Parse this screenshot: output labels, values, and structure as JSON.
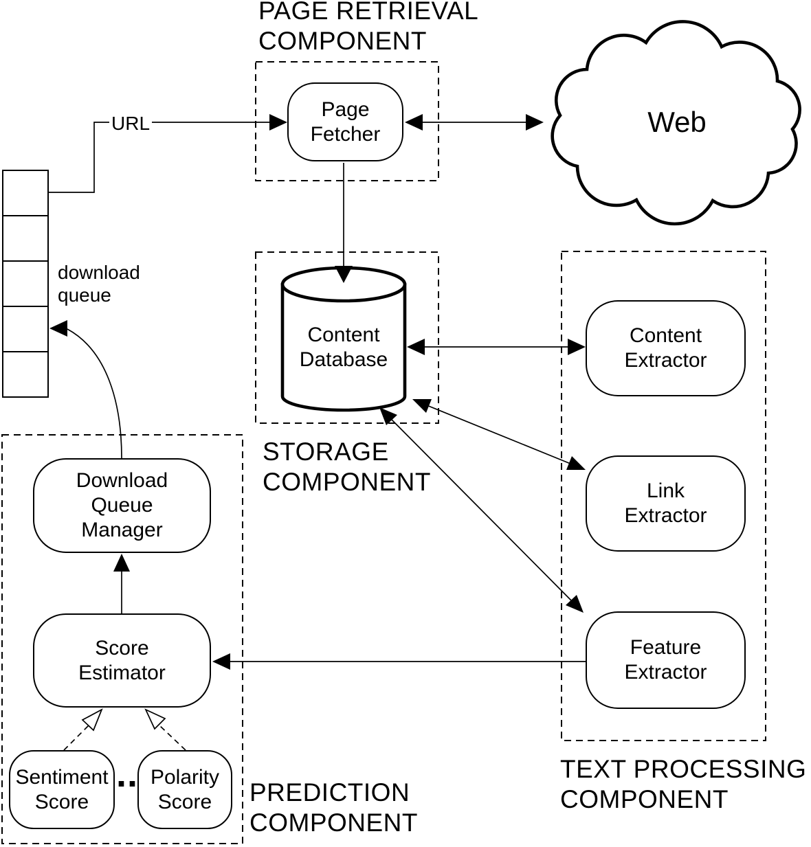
{
  "diagram": {
    "component_labels": {
      "page_retrieval": "PAGE RETRIEVAL\nCOMPONENT",
      "storage": "STORAGE\nCOMPONENT",
      "text_processing": "TEXT PROCESSING\nCOMPONENT",
      "prediction": "PREDICTION\nCOMPONENT"
    },
    "nodes": {
      "page_fetcher": "Page\nFetcher",
      "web": "Web",
      "content_database": "Content\nDatabase",
      "content_extractor": "Content\nExtractor",
      "link_extractor": "Link\nExtractor",
      "feature_extractor": "Feature\nExtractor",
      "download_queue_manager": "Download\nQueue\nManager",
      "score_estimator": "Score\nEstimator",
      "sentiment_score": "Sentiment\nScore",
      "polarity_score": "Polarity\nScore"
    },
    "annotations": {
      "url_label": "URL",
      "download_queue_label": "download\nqueue",
      "ellipsis": ".."
    },
    "colors": {
      "stroke": "#000000",
      "background": "#ffffff"
    }
  }
}
